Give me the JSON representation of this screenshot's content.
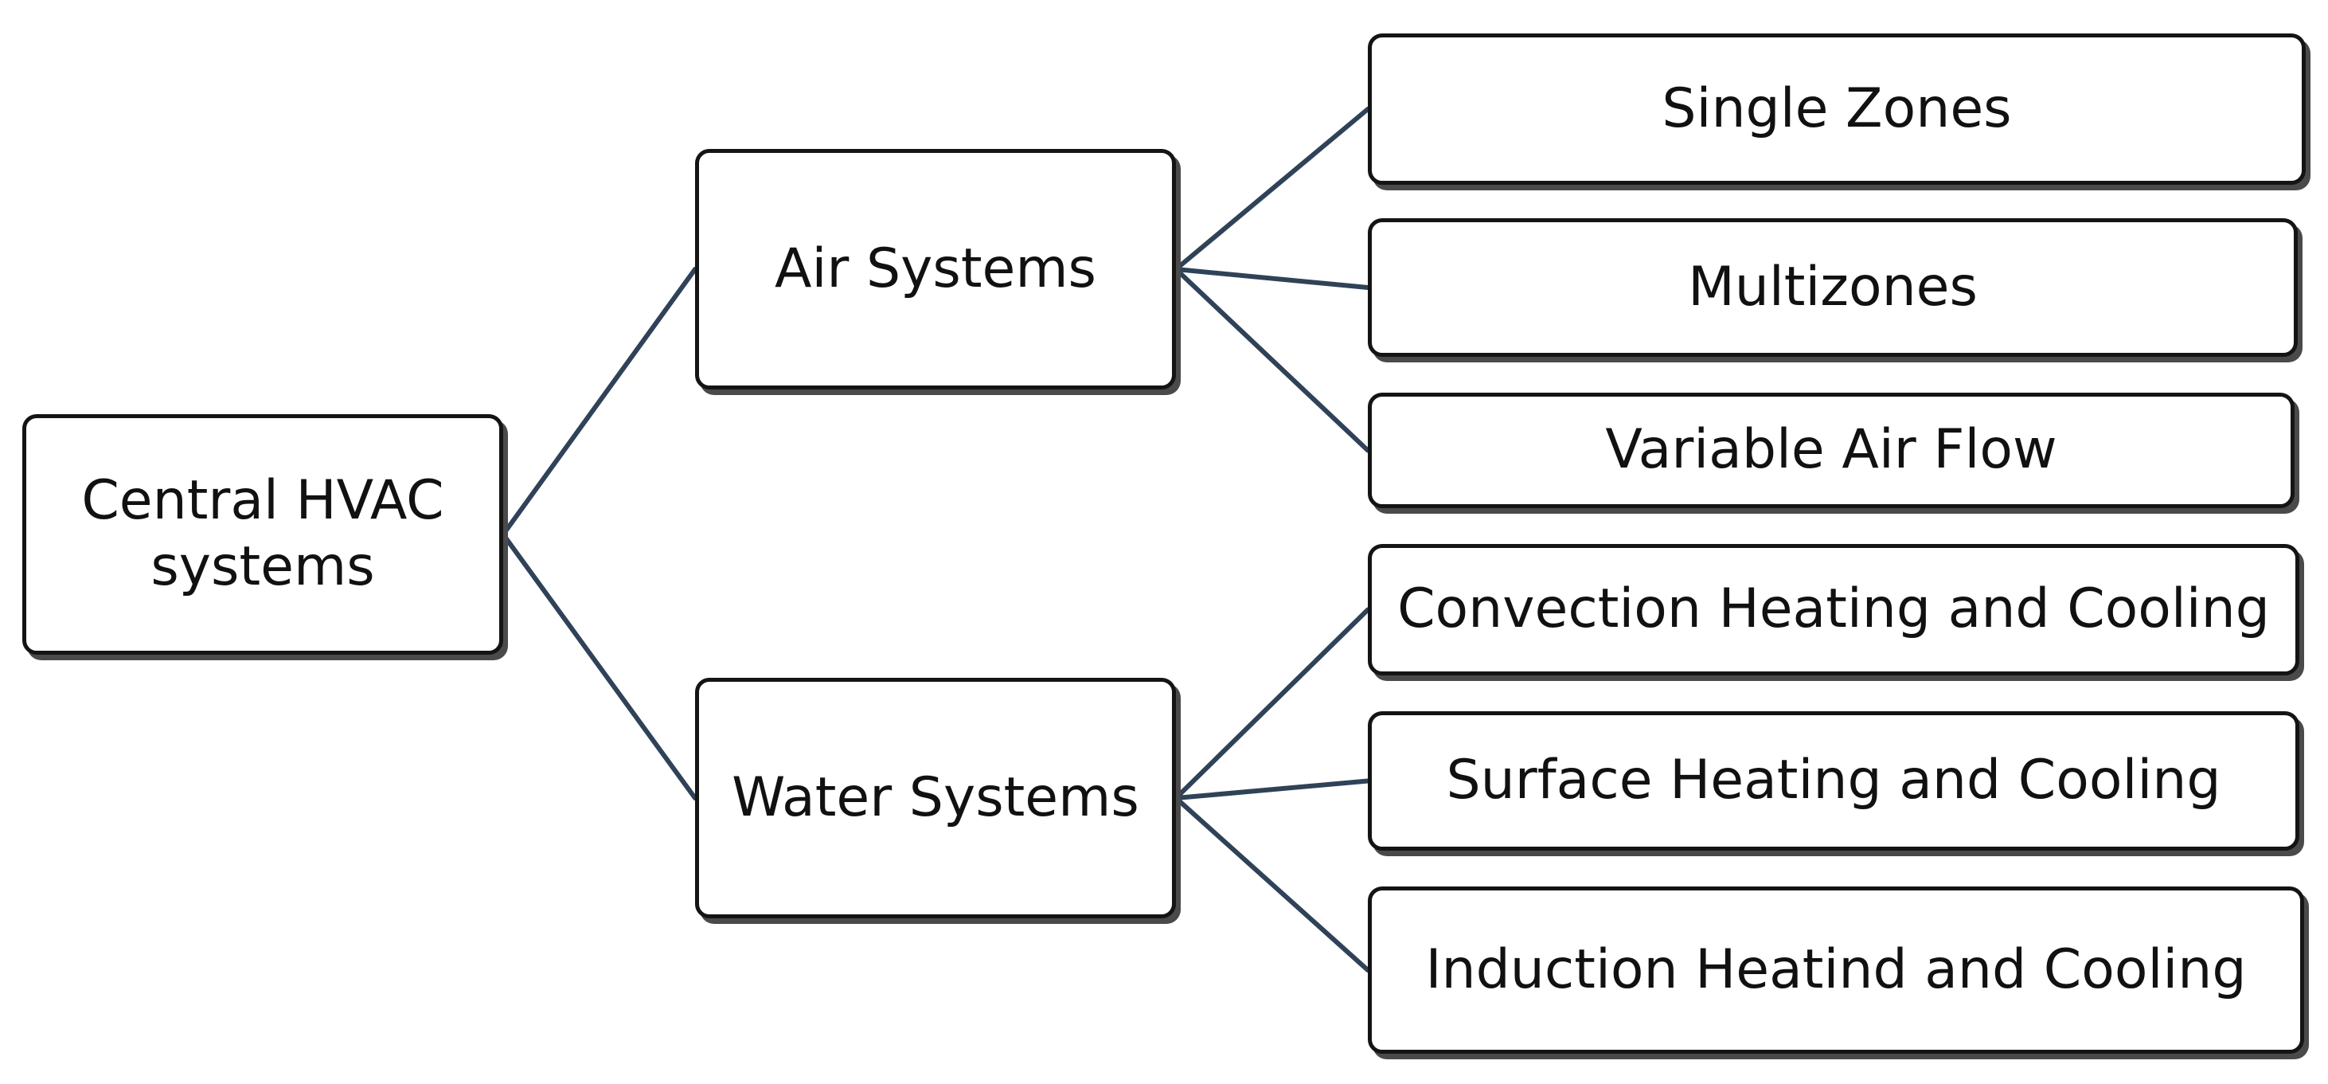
{
  "root": {
    "label_line1": "Central HVAC",
    "label_line2": "systems"
  },
  "branches": [
    {
      "label": "Air Systems",
      "children": [
        "Single Zones",
        "Multizones",
        "Variable Air Flow"
      ]
    },
    {
      "label": "Water Systems",
      "children": [
        "Convection Heating and Cooling",
        "Surface Heating and Cooling",
        "Induction Heatind and Cooling"
      ]
    }
  ],
  "colors": {
    "connector": "#2f4258",
    "box_border": "#141414",
    "box_shadow": "#4a4a4a",
    "text": "#111111"
  }
}
